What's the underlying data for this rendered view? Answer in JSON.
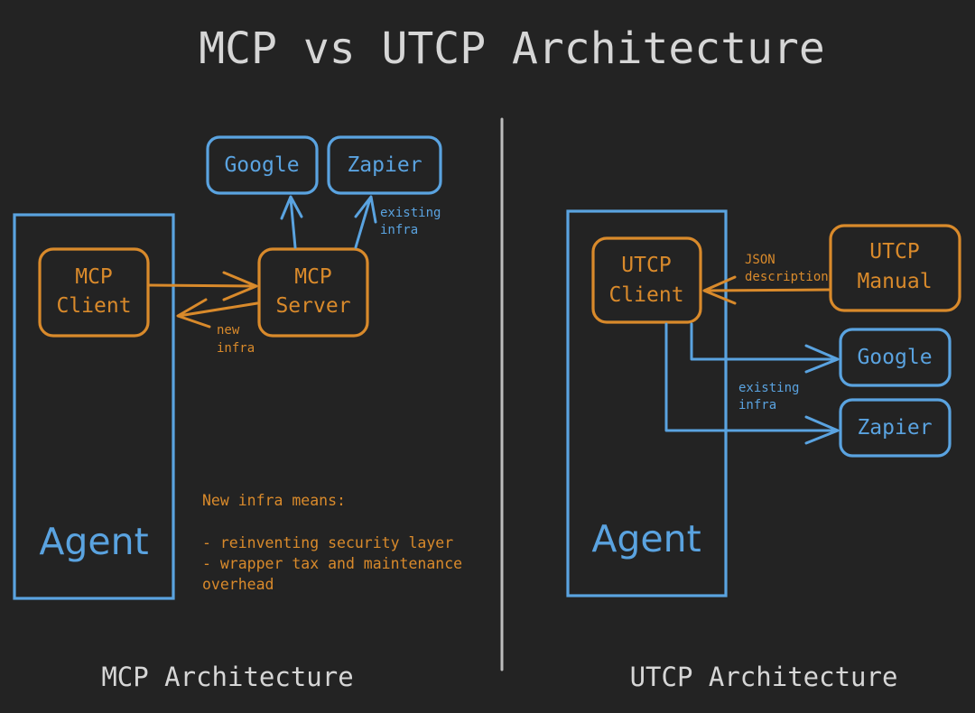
{
  "title": "MCP vs UTCP Architecture",
  "colors": {
    "background": "#232323",
    "blue": "#5aa3e0",
    "orange": "#d98a2b",
    "light_text": "#d6d6d6",
    "divider": "#bcbcbc"
  },
  "mcp": {
    "section_label": "MCP Architecture",
    "agent_label": "Agent",
    "client": {
      "line1": "MCP",
      "line2": "Client"
    },
    "server": {
      "line1": "MCP",
      "line2": "Server"
    },
    "google_label": "Google",
    "zapier_label": "Zapier",
    "existing_infra": {
      "line1": "existing",
      "line2": "infra"
    },
    "new_infra": {
      "line1": "new",
      "line2": "infra"
    },
    "notes": {
      "line1": "New infra means:",
      "line2": "- reinventing security layer",
      "line3": "- wrapper tax and maintenance",
      "line4": "overhead"
    }
  },
  "utcp": {
    "section_label": "UTCP Architecture",
    "agent_label": "Agent",
    "client": {
      "line1": "UTCP",
      "line2": "Client"
    },
    "manual": {
      "line1": "UTCP",
      "line2": "Manual"
    },
    "google_label": "Google",
    "zapier_label": "Zapier",
    "json_description": {
      "line1": "JSON",
      "line2": "description"
    },
    "existing_infra": {
      "line1": "existing",
      "line2": "infra"
    }
  }
}
